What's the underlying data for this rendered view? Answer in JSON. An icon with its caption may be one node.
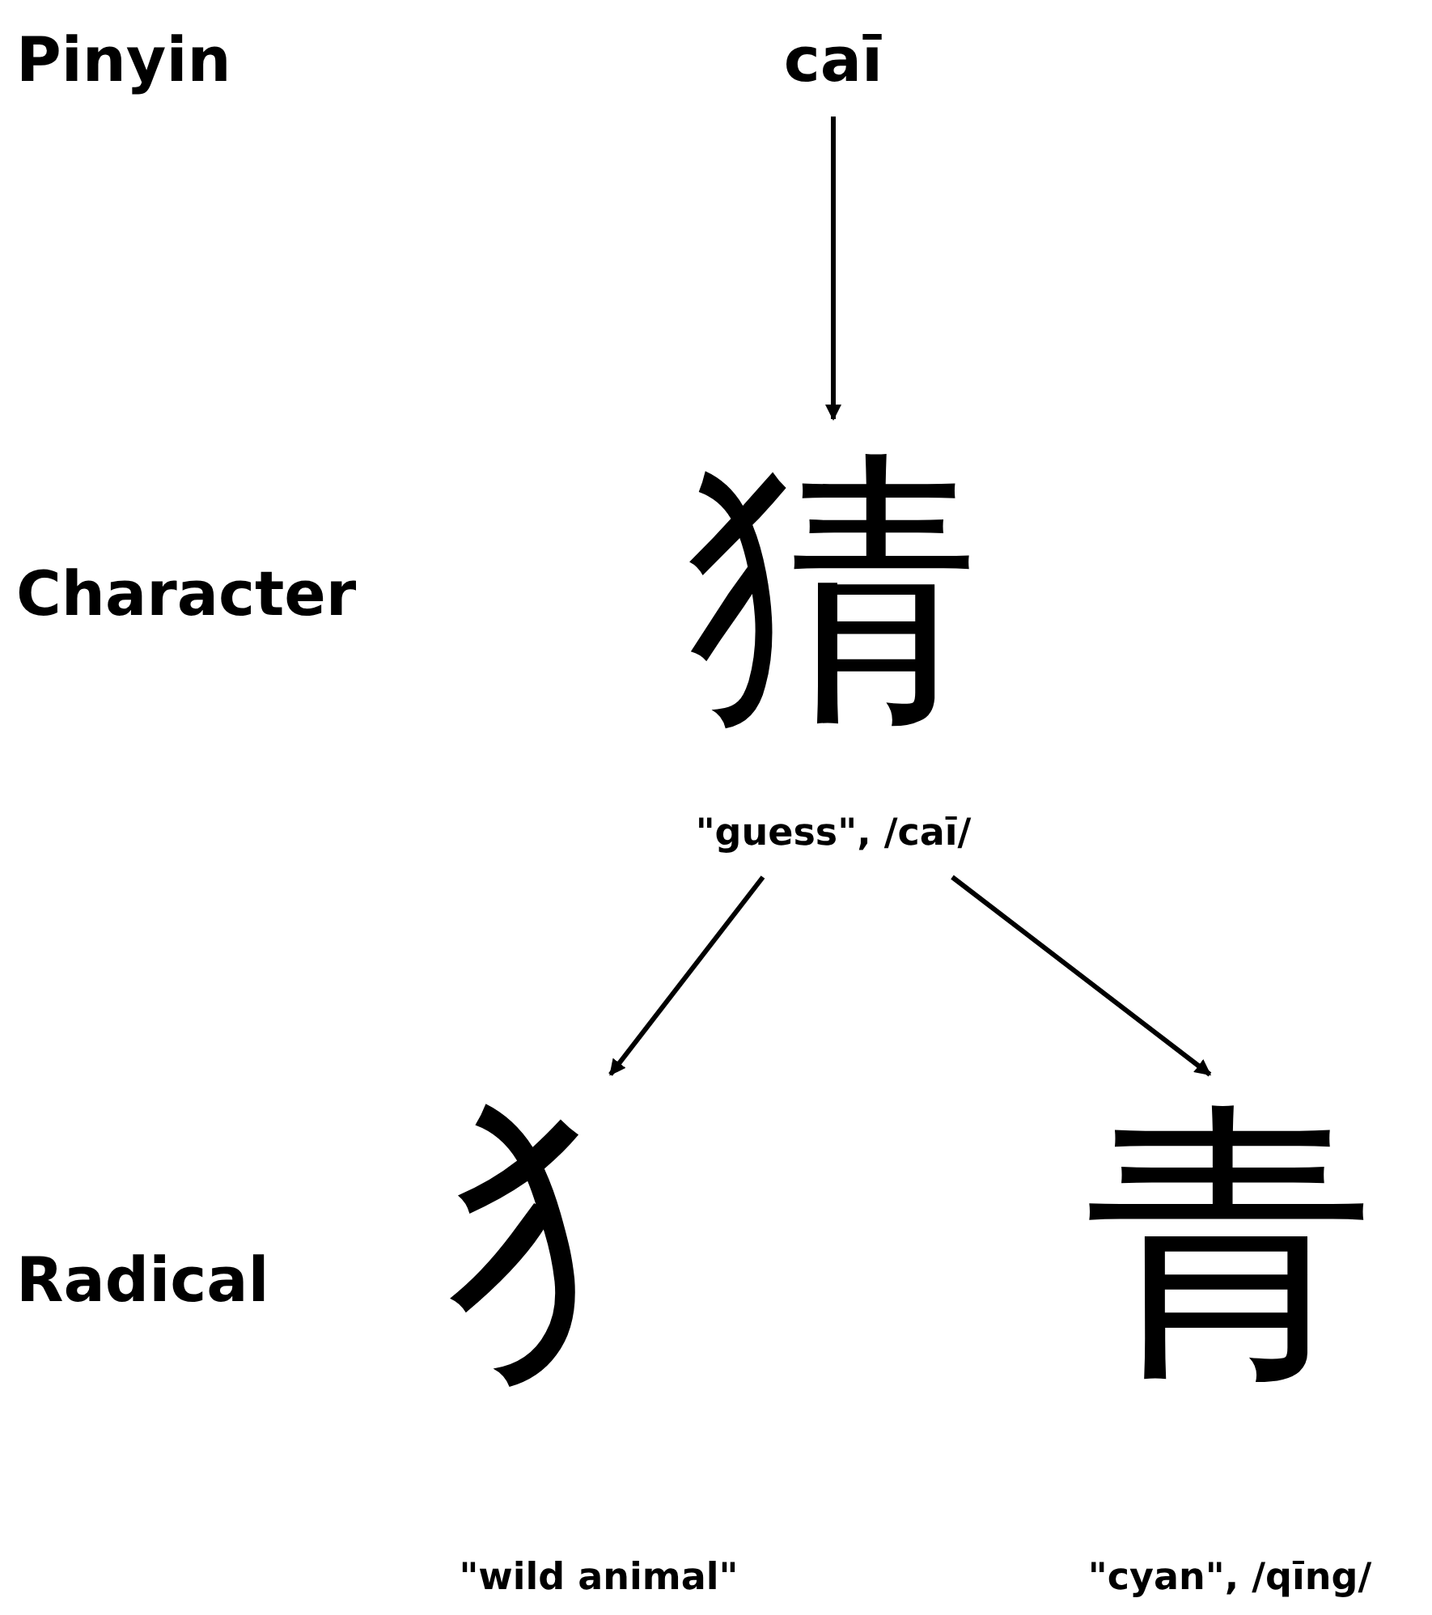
{
  "diagram": {
    "nodes": [
      {
        "text": [
          "caī"
        ]
      },
      {
        "text": [
          "猜"
        ],
        "beside": [
          "\"guess\", /caī/"
        ]
      },
      {
        "text": [
          "犭"
        ],
        "beside": [
          "\"wild animal\""
        ]
      },
      {
        "text": [
          "青"
        ],
        "beside": [
          "\"cyan\", /qīng/"
        ]
      }
    ],
    "edges": [
      {
        "from": 0,
        "to": 1,
        "arrow": "to"
      },
      {
        "from": 1,
        "to": 2,
        "arrow": "to"
      },
      {
        "from": 1,
        "to": 3,
        "arrow": "to"
      }
    ],
    "labels": [
      "Pinyin",
      "Character",
      "Radical"
    ]
  }
}
